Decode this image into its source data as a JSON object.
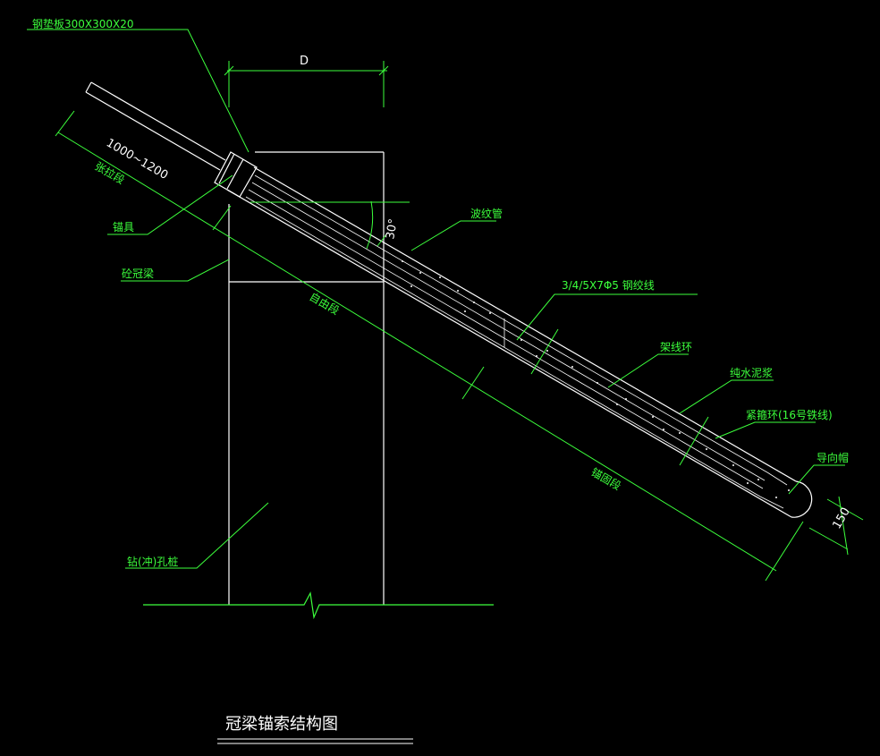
{
  "labels": {
    "steel_plate": "钢垫板300X300X20",
    "anchorage": "锚具",
    "crown_beam": "砼冠梁",
    "bored_pile": "钻(冲)孔桩",
    "corrugated_pipe": "波纹管",
    "strand": "3/4/5X7Φ5 钢绞线",
    "spacer_ring": "架线环",
    "cement_grout": "纯水泥浆",
    "tie_ring": "紧箍环(16号铁线)",
    "guide_cap": "导向帽",
    "tension_section": "张拉段",
    "free_section": "自由段",
    "anchor_section": "锚固段"
  },
  "dimensions": {
    "width": "D",
    "tension_length": "1000~1200",
    "angle": "30°",
    "end_length": "150"
  },
  "title": "冠梁锚索结构图",
  "colors": {
    "annotation": "#3cff3c",
    "drawing": "#ffffff",
    "background": "#000000"
  }
}
